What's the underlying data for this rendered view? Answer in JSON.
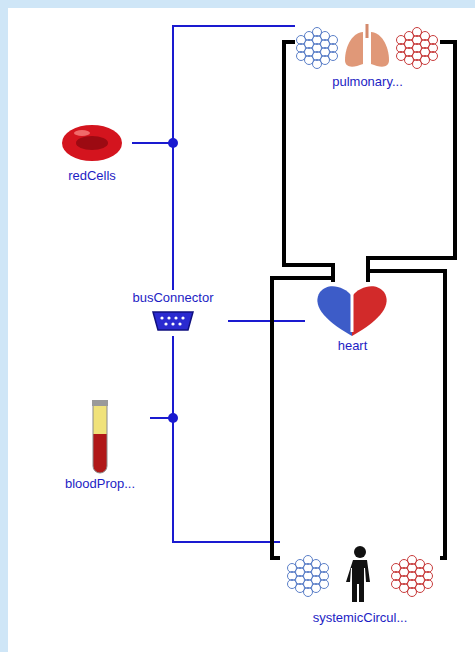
{
  "diagram": {
    "nodes": [
      {
        "text": [
          "pulmonary..."
        ]
      },
      {
        "text": [
          "redCells"
        ]
      },
      {
        "text": [
          "busConnector"
        ]
      },
      {
        "text": [
          "heart"
        ]
      },
      {
        "text": [
          "bloodProp..."
        ]
      },
      {
        "text": [
          "systemicCircul..."
        ]
      }
    ],
    "edges": [
      {
        "from": 2,
        "to": 0,
        "arrow": "none"
      },
      {
        "from": 2,
        "to": 1,
        "arrow": "none"
      },
      {
        "from": 2,
        "to": 3,
        "arrow": "none"
      },
      {
        "from": 2,
        "to": 4,
        "arrow": "none"
      },
      {
        "from": 2,
        "to": 5,
        "arrow": "none"
      },
      {
        "from": 3,
        "to": 0,
        "arrow": "none"
      },
      {
        "from": 0,
        "to": 3,
        "arrow": "none"
      },
      {
        "from": 5,
        "to": 3,
        "arrow": "none"
      },
      {
        "from": 3,
        "to": 5,
        "arrow": "none"
      }
    ]
  }
}
